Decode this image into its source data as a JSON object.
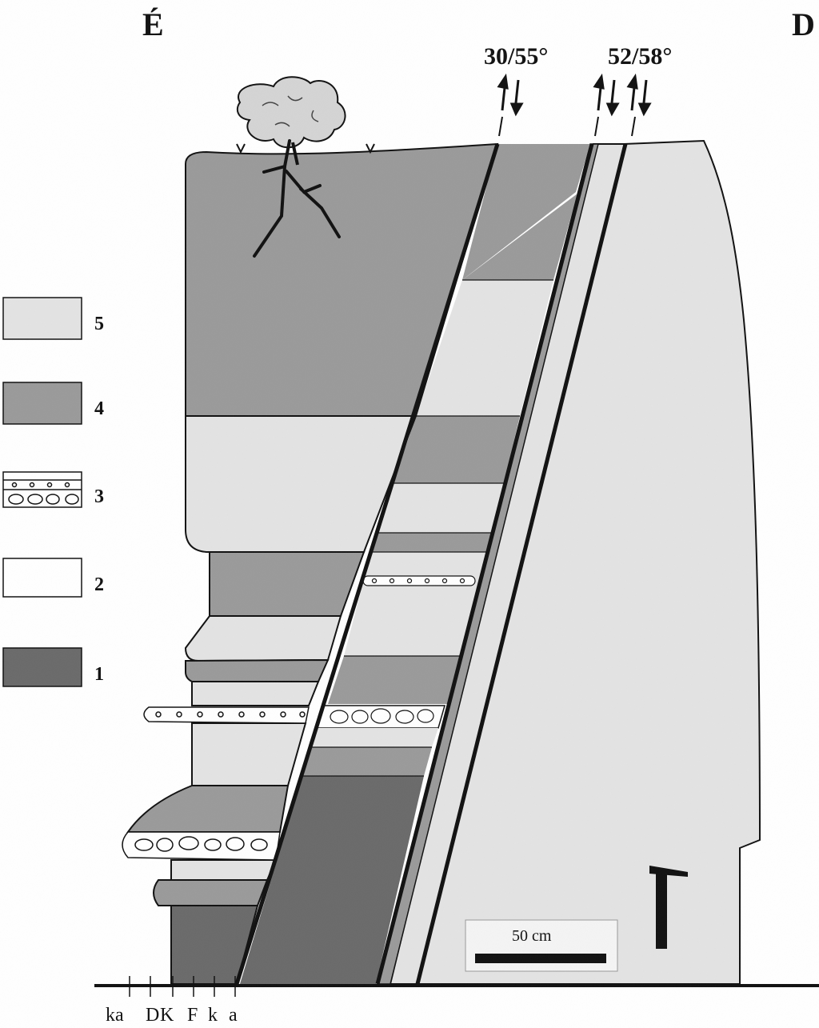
{
  "compass": {
    "left": "É",
    "right": "D"
  },
  "faults": [
    {
      "label": "30/55°"
    },
    {
      "label": "52/58°"
    }
  ],
  "legend": [
    {
      "number": "5",
      "pattern": "light-gray",
      "color": "#e3e3e3"
    },
    {
      "number": "4",
      "pattern": "medium-gray",
      "color": "#9a9a9a"
    },
    {
      "number": "3",
      "pattern": "pebble-bands",
      "color": "#ffffff"
    },
    {
      "number": "2",
      "pattern": "white",
      "color": "#ffffff"
    },
    {
      "number": "1",
      "pattern": "dark-gray",
      "color": "#6a6a6a"
    }
  ],
  "scale_bar": {
    "label": "50 cm"
  },
  "base_labels": [
    "ka",
    "D",
    "K",
    "F",
    "k",
    "a"
  ],
  "colors": {
    "light": "#e3e3e3",
    "medium": "#9a9a9a",
    "dark": "#6a6a6a",
    "line": "#111111"
  }
}
